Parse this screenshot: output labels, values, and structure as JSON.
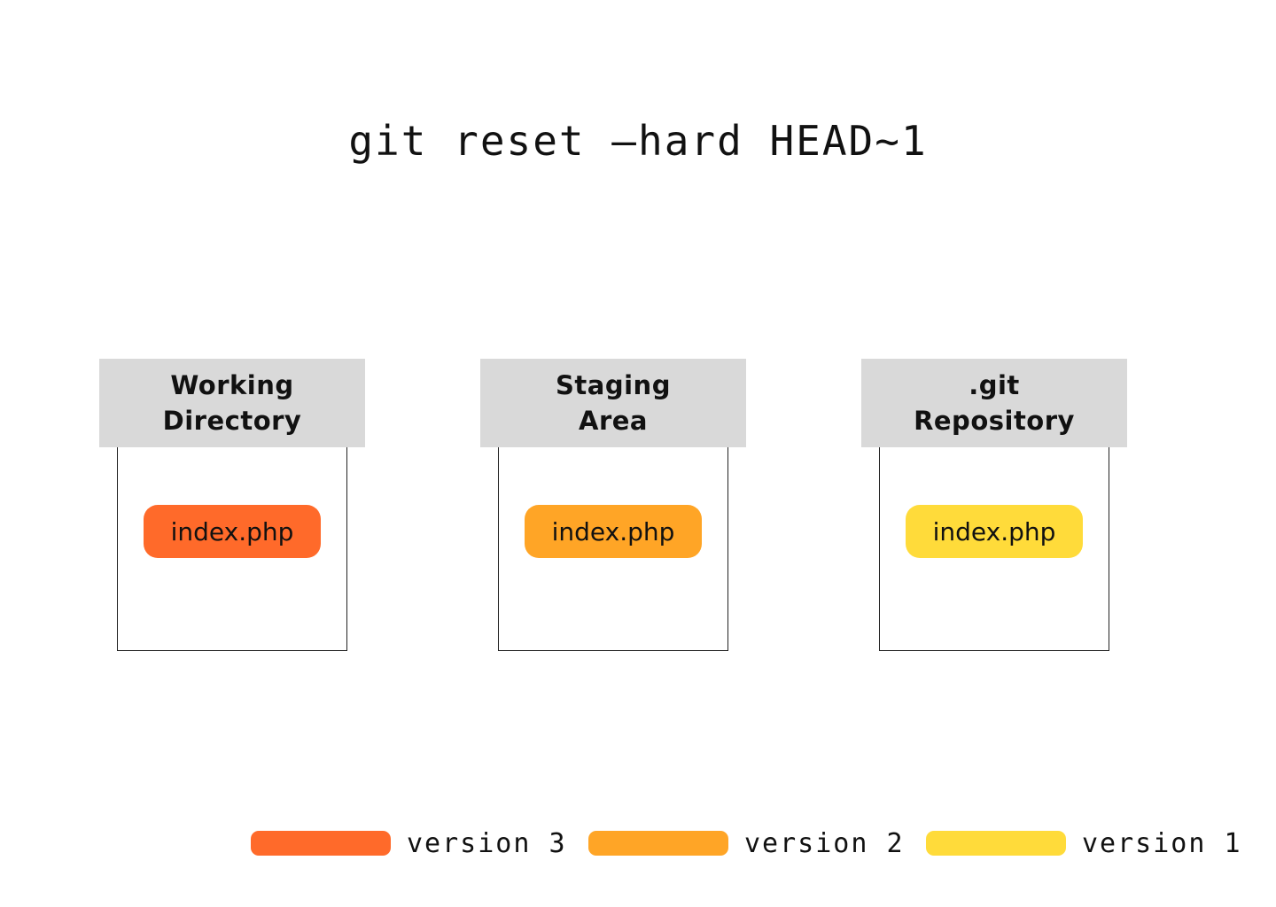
{
  "title": "git reset —hard HEAD~1",
  "areas": [
    {
      "line1": "Working",
      "line2": "Directory",
      "file": "index.php",
      "color": "#FF6A2A"
    },
    {
      "line1": "Staging",
      "line2": "Area",
      "file": "index.php",
      "color": "#FFA526"
    },
    {
      "line1": ".git",
      "line2": "Repository",
      "file": "index.php",
      "color": "#FFDB3A"
    }
  ],
  "legend": [
    {
      "label": "version 3",
      "color": "#FF6A2A"
    },
    {
      "label": "version 2",
      "color": "#FFA526"
    },
    {
      "label": "version 1",
      "color": "#FFDB3A"
    }
  ]
}
